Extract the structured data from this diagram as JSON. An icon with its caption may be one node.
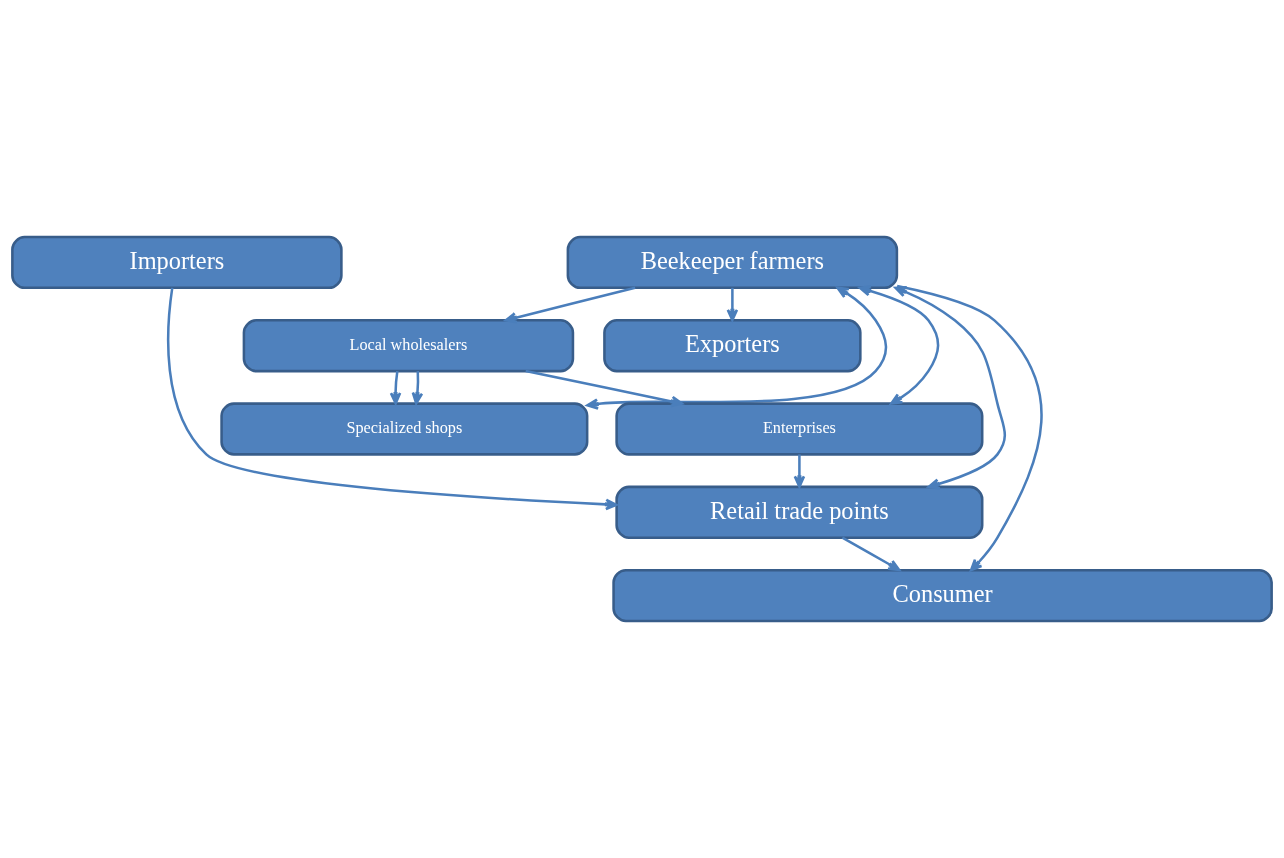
{
  "diagram": {
    "nodes": [
      {
        "text": [
          "Importers"
        ]
      },
      {
        "text": [
          "Beekeeper farmers"
        ]
      },
      {
        "text": [
          "Local wholesalers"
        ]
      },
      {
        "text": [
          "Exporters"
        ]
      },
      {
        "text": [
          "Specialized shops"
        ]
      },
      {
        "text": [
          "Enterprises"
        ]
      },
      {
        "text": [
          "Retail trade points"
        ]
      },
      {
        "text": [
          "Consumer"
        ]
      }
    ],
    "edges": [
      {
        "from": 0,
        "to": 6,
        "arrow": "to"
      },
      {
        "from": 1,
        "to": 2,
        "arrow": "to"
      },
      {
        "from": 1,
        "to": 3,
        "arrow": "to"
      },
      {
        "from": 1,
        "to": 7,
        "arrow": "to"
      },
      {
        "from": 2,
        "to": 4,
        "arrow": "to"
      },
      {
        "from": 2,
        "to": 4,
        "arrow": "to"
      },
      {
        "from": 2,
        "to": 5,
        "arrow": "to"
      },
      {
        "from": 1,
        "to": 4,
        "arrow": "both"
      },
      {
        "from": 1,
        "to": 5,
        "arrow": "both"
      },
      {
        "from": 1,
        "to": 6,
        "arrow": "both"
      },
      {
        "from": 5,
        "to": 6,
        "arrow": "to"
      },
      {
        "from": 6,
        "to": 7,
        "arrow": "to"
      }
    ]
  }
}
